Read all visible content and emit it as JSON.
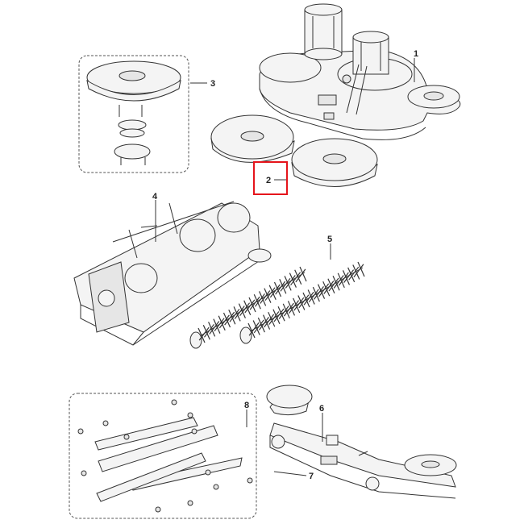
{
  "diagram": {
    "callouts": [
      {
        "id": "1",
        "label": "1"
      },
      {
        "id": "2",
        "label": "2"
      },
      {
        "id": "3",
        "label": "3"
      },
      {
        "id": "4",
        "label": "4"
      },
      {
        "id": "5",
        "label": "5"
      },
      {
        "id": "6",
        "label": "6"
      },
      {
        "id": "7",
        "label": "7"
      },
      {
        "id": "8",
        "label": "8"
      }
    ],
    "highlight_color": "#e5141b",
    "line_color": "#333333",
    "highlighted_callout": "2"
  }
}
